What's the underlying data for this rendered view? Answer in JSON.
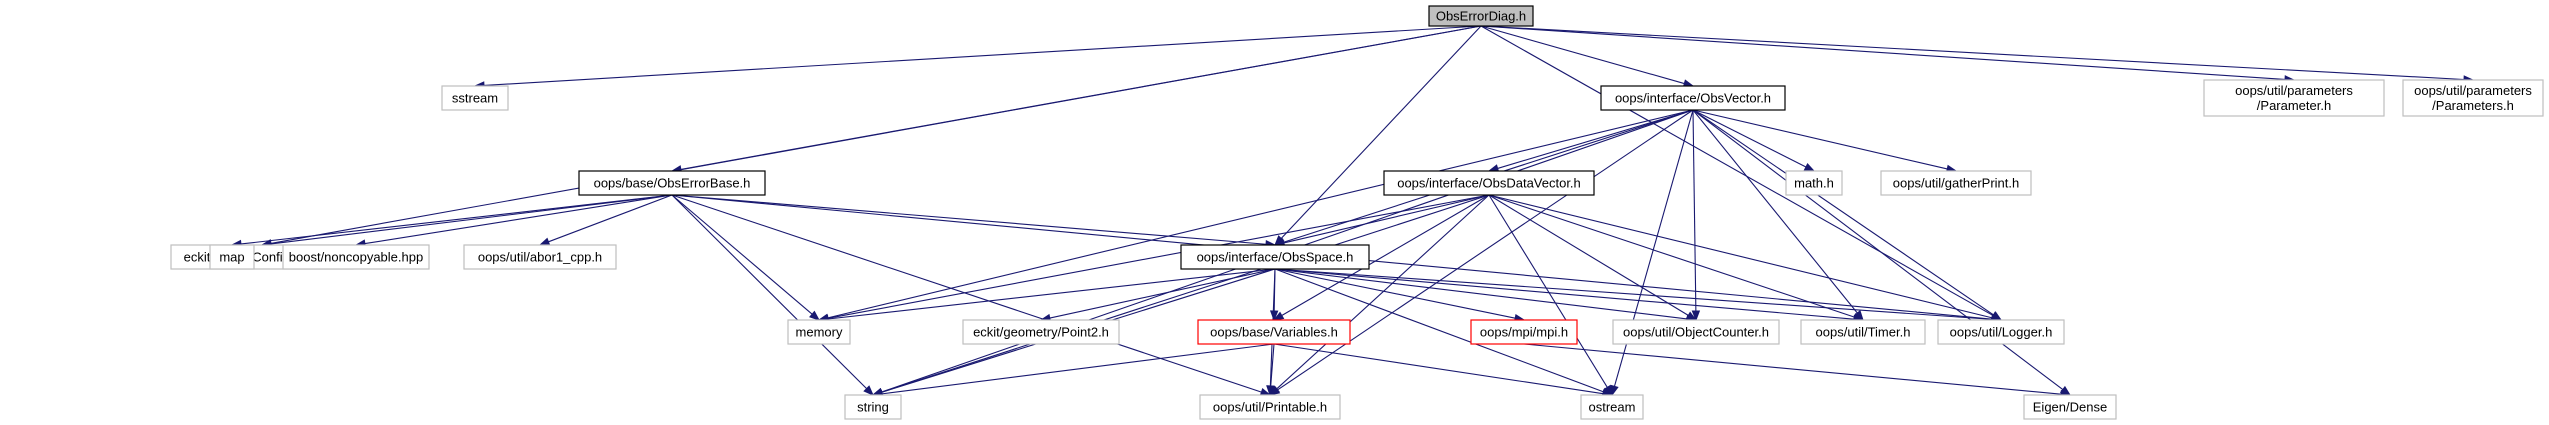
{
  "colors": {
    "edge": "#191970",
    "root_fill": "#bfbfbf",
    "root_stroke": "#000000",
    "internal_stroke": "#000000",
    "external_stroke": "#bfbfbf",
    "unresolved_stroke": "#ff0000",
    "background": "#ffffff"
  },
  "nodes": [
    {
      "id": "obserrordiag",
      "lines": [
        "ObsErrorDiag.h"
      ],
      "kind": "root"
    },
    {
      "id": "sstream",
      "lines": [
        "sstream"
      ],
      "kind": "external"
    },
    {
      "id": "configuration",
      "lines": [
        "eckit/config/Configuration.h"
      ],
      "kind": "external"
    },
    {
      "id": "obserrorbase",
      "lines": [
        "oops/base/ObsErrorBase.h"
      ],
      "kind": "internal"
    },
    {
      "id": "obsvector",
      "lines": [
        "oops/interface/ObsVector.h"
      ],
      "kind": "internal"
    },
    {
      "id": "parameter",
      "lines": [
        "oops/util/parameters",
        "/Parameter.h"
      ],
      "kind": "external"
    },
    {
      "id": "parameters",
      "lines": [
        "oops/util/parameters",
        "/Parameters.h"
      ],
      "kind": "external"
    },
    {
      "id": "map",
      "lines": [
        "map"
      ],
      "kind": "external"
    },
    {
      "id": "noncopyable",
      "lines": [
        "boost/noncopyable.hpp"
      ],
      "kind": "external"
    },
    {
      "id": "abor1",
      "lines": [
        "oops/util/abor1_cpp.h"
      ],
      "kind": "external"
    },
    {
      "id": "obsdatavector",
      "lines": [
        "oops/interface/ObsDataVector.h"
      ],
      "kind": "internal"
    },
    {
      "id": "mathh",
      "lines": [
        "math.h"
      ],
      "kind": "external"
    },
    {
      "id": "gatherprint",
      "lines": [
        "oops/util/gatherPrint.h"
      ],
      "kind": "external"
    },
    {
      "id": "obsspace",
      "lines": [
        "oops/interface/ObsSpace.h"
      ],
      "kind": "internal"
    },
    {
      "id": "memory",
      "lines": [
        "memory"
      ],
      "kind": "external"
    },
    {
      "id": "point2",
      "lines": [
        "eckit/geometry/Point2.h"
      ],
      "kind": "external"
    },
    {
      "id": "variables",
      "lines": [
        "oops/base/Variables.h"
      ],
      "kind": "unresolved"
    },
    {
      "id": "mpi",
      "lines": [
        "oops/mpi/mpi.h"
      ],
      "kind": "unresolved"
    },
    {
      "id": "objectcounter",
      "lines": [
        "oops/util/ObjectCounter.h"
      ],
      "kind": "external"
    },
    {
      "id": "timer",
      "lines": [
        "oops/util/Timer.h"
      ],
      "kind": "external"
    },
    {
      "id": "logger",
      "lines": [
        "oops/util/Logger.h"
      ],
      "kind": "external"
    },
    {
      "id": "string",
      "lines": [
        "string"
      ],
      "kind": "external"
    },
    {
      "id": "printable",
      "lines": [
        "oops/util/Printable.h"
      ],
      "kind": "external"
    },
    {
      "id": "ostream",
      "lines": [
        "ostream"
      ],
      "kind": "external"
    },
    {
      "id": "eigen",
      "lines": [
        "Eigen/Dense"
      ],
      "kind": "external"
    }
  ],
  "edges": [
    [
      "obserrordiag",
      "sstream"
    ],
    [
      "obserrordiag",
      "configuration"
    ],
    [
      "obserrordiag",
      "obserrorbase"
    ],
    [
      "obserrordiag",
      "obsvector"
    ],
    [
      "obserrordiag",
      "obsspace"
    ],
    [
      "obserrordiag",
      "logger"
    ],
    [
      "obserrordiag",
      "parameter"
    ],
    [
      "obserrordiag",
      "parameters"
    ],
    [
      "obserrorbase",
      "configuration"
    ],
    [
      "obserrorbase",
      "map"
    ],
    [
      "obserrorbase",
      "noncopyable"
    ],
    [
      "obserrorbase",
      "abor1"
    ],
    [
      "obserrorbase",
      "memory"
    ],
    [
      "obserrorbase",
      "string"
    ],
    [
      "obserrorbase",
      "printable"
    ],
    [
      "obserrorbase",
      "obsspace"
    ],
    [
      "obserrorbase",
      "logger"
    ],
    [
      "obsvector",
      "memory"
    ],
    [
      "obsvector",
      "string"
    ],
    [
      "obsvector",
      "obsdatavector"
    ],
    [
      "obsvector",
      "obsspace"
    ],
    [
      "obsvector",
      "mathh"
    ],
    [
      "obsvector",
      "gatherprint"
    ],
    [
      "obsvector",
      "objectcounter"
    ],
    [
      "obsvector",
      "timer"
    ],
    [
      "obsvector",
      "logger"
    ],
    [
      "obsvector",
      "printable"
    ],
    [
      "obsvector",
      "ostream"
    ],
    [
      "obsvector",
      "eigen"
    ],
    [
      "obsdatavector",
      "memory"
    ],
    [
      "obsdatavector",
      "string"
    ],
    [
      "obsdatavector",
      "obsspace"
    ],
    [
      "obsdatavector",
      "variables"
    ],
    [
      "obsdatavector",
      "objectcounter"
    ],
    [
      "obsdatavector",
      "timer"
    ],
    [
      "obsdatavector",
      "logger"
    ],
    [
      "obsdatavector",
      "printable"
    ],
    [
      "obsdatavector",
      "ostream"
    ],
    [
      "obsspace",
      "memory"
    ],
    [
      "obsspace",
      "string"
    ],
    [
      "obsspace",
      "point2"
    ],
    [
      "obsspace",
      "variables"
    ],
    [
      "obsspace",
      "mpi"
    ],
    [
      "obsspace",
      "objectcounter"
    ],
    [
      "obsspace",
      "timer"
    ],
    [
      "obsspace",
      "logger"
    ],
    [
      "obsspace",
      "printable"
    ],
    [
      "obsspace",
      "ostream"
    ],
    [
      "variables",
      "string"
    ],
    [
      "variables",
      "printable"
    ],
    [
      "variables",
      "ostream"
    ],
    [
      "mpi",
      "eigen"
    ]
  ]
}
